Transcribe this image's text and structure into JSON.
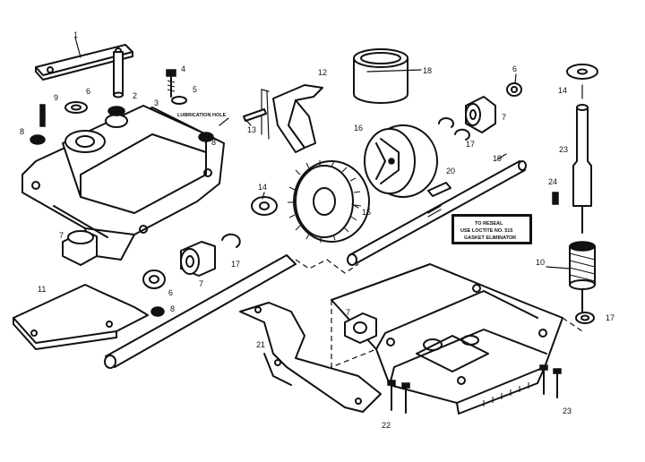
{
  "title": "",
  "note": {
    "line1": "TO RESEAL",
    "line2": "USE LOCTITE NO. 515",
    "line3": "GASKET ELIMINATOR"
  },
  "lubrication_label": "LUBRICATION HOLE",
  "callouts": {
    "c1": "1",
    "c2": "2",
    "c3": "3",
    "c4": "4",
    "c5": "5",
    "c6a": "6",
    "c6b": "6",
    "c6c": "6",
    "c7a": "7",
    "c7b": "7",
    "c7c": "7",
    "c7d": "7",
    "c8a": "8",
    "c8b": "8",
    "c8c": "8",
    "c9": "9",
    "c10": "10",
    "c11": "11",
    "c12": "12",
    "c13": "13",
    "c14a": "14",
    "c14b": "14",
    "c15": "15",
    "c16": "16",
    "c17a": "17",
    "c17b": "17",
    "c17c": "17",
    "c18": "18",
    "c19": "19",
    "c20": "20",
    "c21": "21",
    "c22": "22",
    "c23a": "23",
    "c23b": "23",
    "c24": "24"
  }
}
